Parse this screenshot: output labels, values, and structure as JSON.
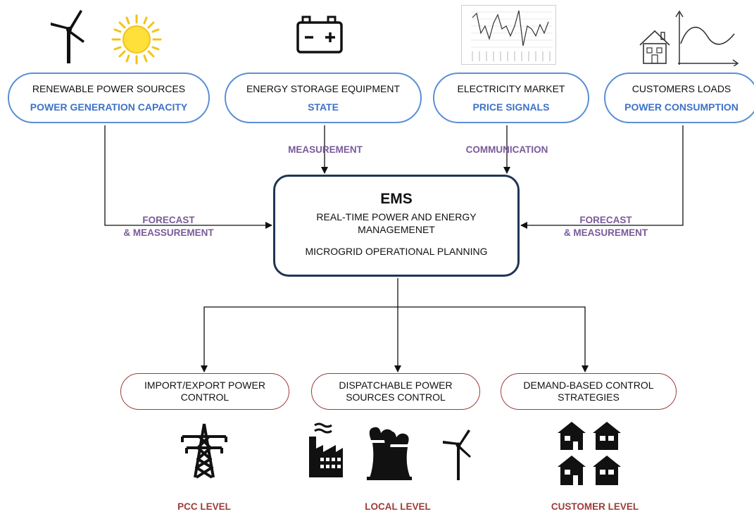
{
  "sources": [
    {
      "title": "RENEWABLE POWER SOURCES",
      "detail": "POWER GENERATION CAPACITY",
      "icons": [
        "wind-turbine-icon",
        "sun-icon"
      ]
    },
    {
      "title": "ENERGY STORAGE EQUIPMENT",
      "detail": "STATE",
      "icons": [
        "battery-icon"
      ]
    },
    {
      "title": "ELECTRICITY MARKET",
      "detail": "PRICE SIGNALS",
      "icons": [
        "price-chart-icon"
      ]
    },
    {
      "title": "CUSTOMERS LOADS",
      "detail": "POWER CONSUMPTION",
      "icons": [
        "house-icon",
        "load-curve-icon"
      ]
    }
  ],
  "connectors": {
    "left": [
      "FORECAST",
      "& MEASSUREMENT"
    ],
    "storage": "MEASUREMENT",
    "market": "COMMUNICATION",
    "right": [
      "FORECAST",
      "& MEASUREMENT"
    ]
  },
  "ems": {
    "title": "EMS",
    "subtitle_line1": "REAL-TIME POWER AND ENERGY",
    "subtitle_line2": "MANAGEMENET",
    "planning": "MICROGRID OPERATIONAL PLANNING"
  },
  "controls": [
    {
      "line1": "IMPORT/EXPORT POWER",
      "line2": "CONTROL",
      "level": "PCC LEVEL",
      "icons": [
        "transmission-tower-icon"
      ]
    },
    {
      "line1": "DISPATCHABLE POWER",
      "line2": "SOURCES CONTROL",
      "level": "LOCAL LEVEL",
      "icons": [
        "factory-icon",
        "cooling-tower-icon",
        "wind-turbine-icon"
      ]
    },
    {
      "line1": "DEMAND-BASED CONTROL",
      "line2": "STRATEGIES",
      "level": "CUSTOMER LEVEL",
      "icons": [
        "houses-icon"
      ]
    }
  ],
  "colors": {
    "source_border": "#5b8fd6",
    "source_detail": "#3d72c8",
    "connector_text": "#7a5a9a",
    "control_border": "#9e3b3b",
    "level_text": "#9e3b3b",
    "ems_border": "#1f3555"
  }
}
